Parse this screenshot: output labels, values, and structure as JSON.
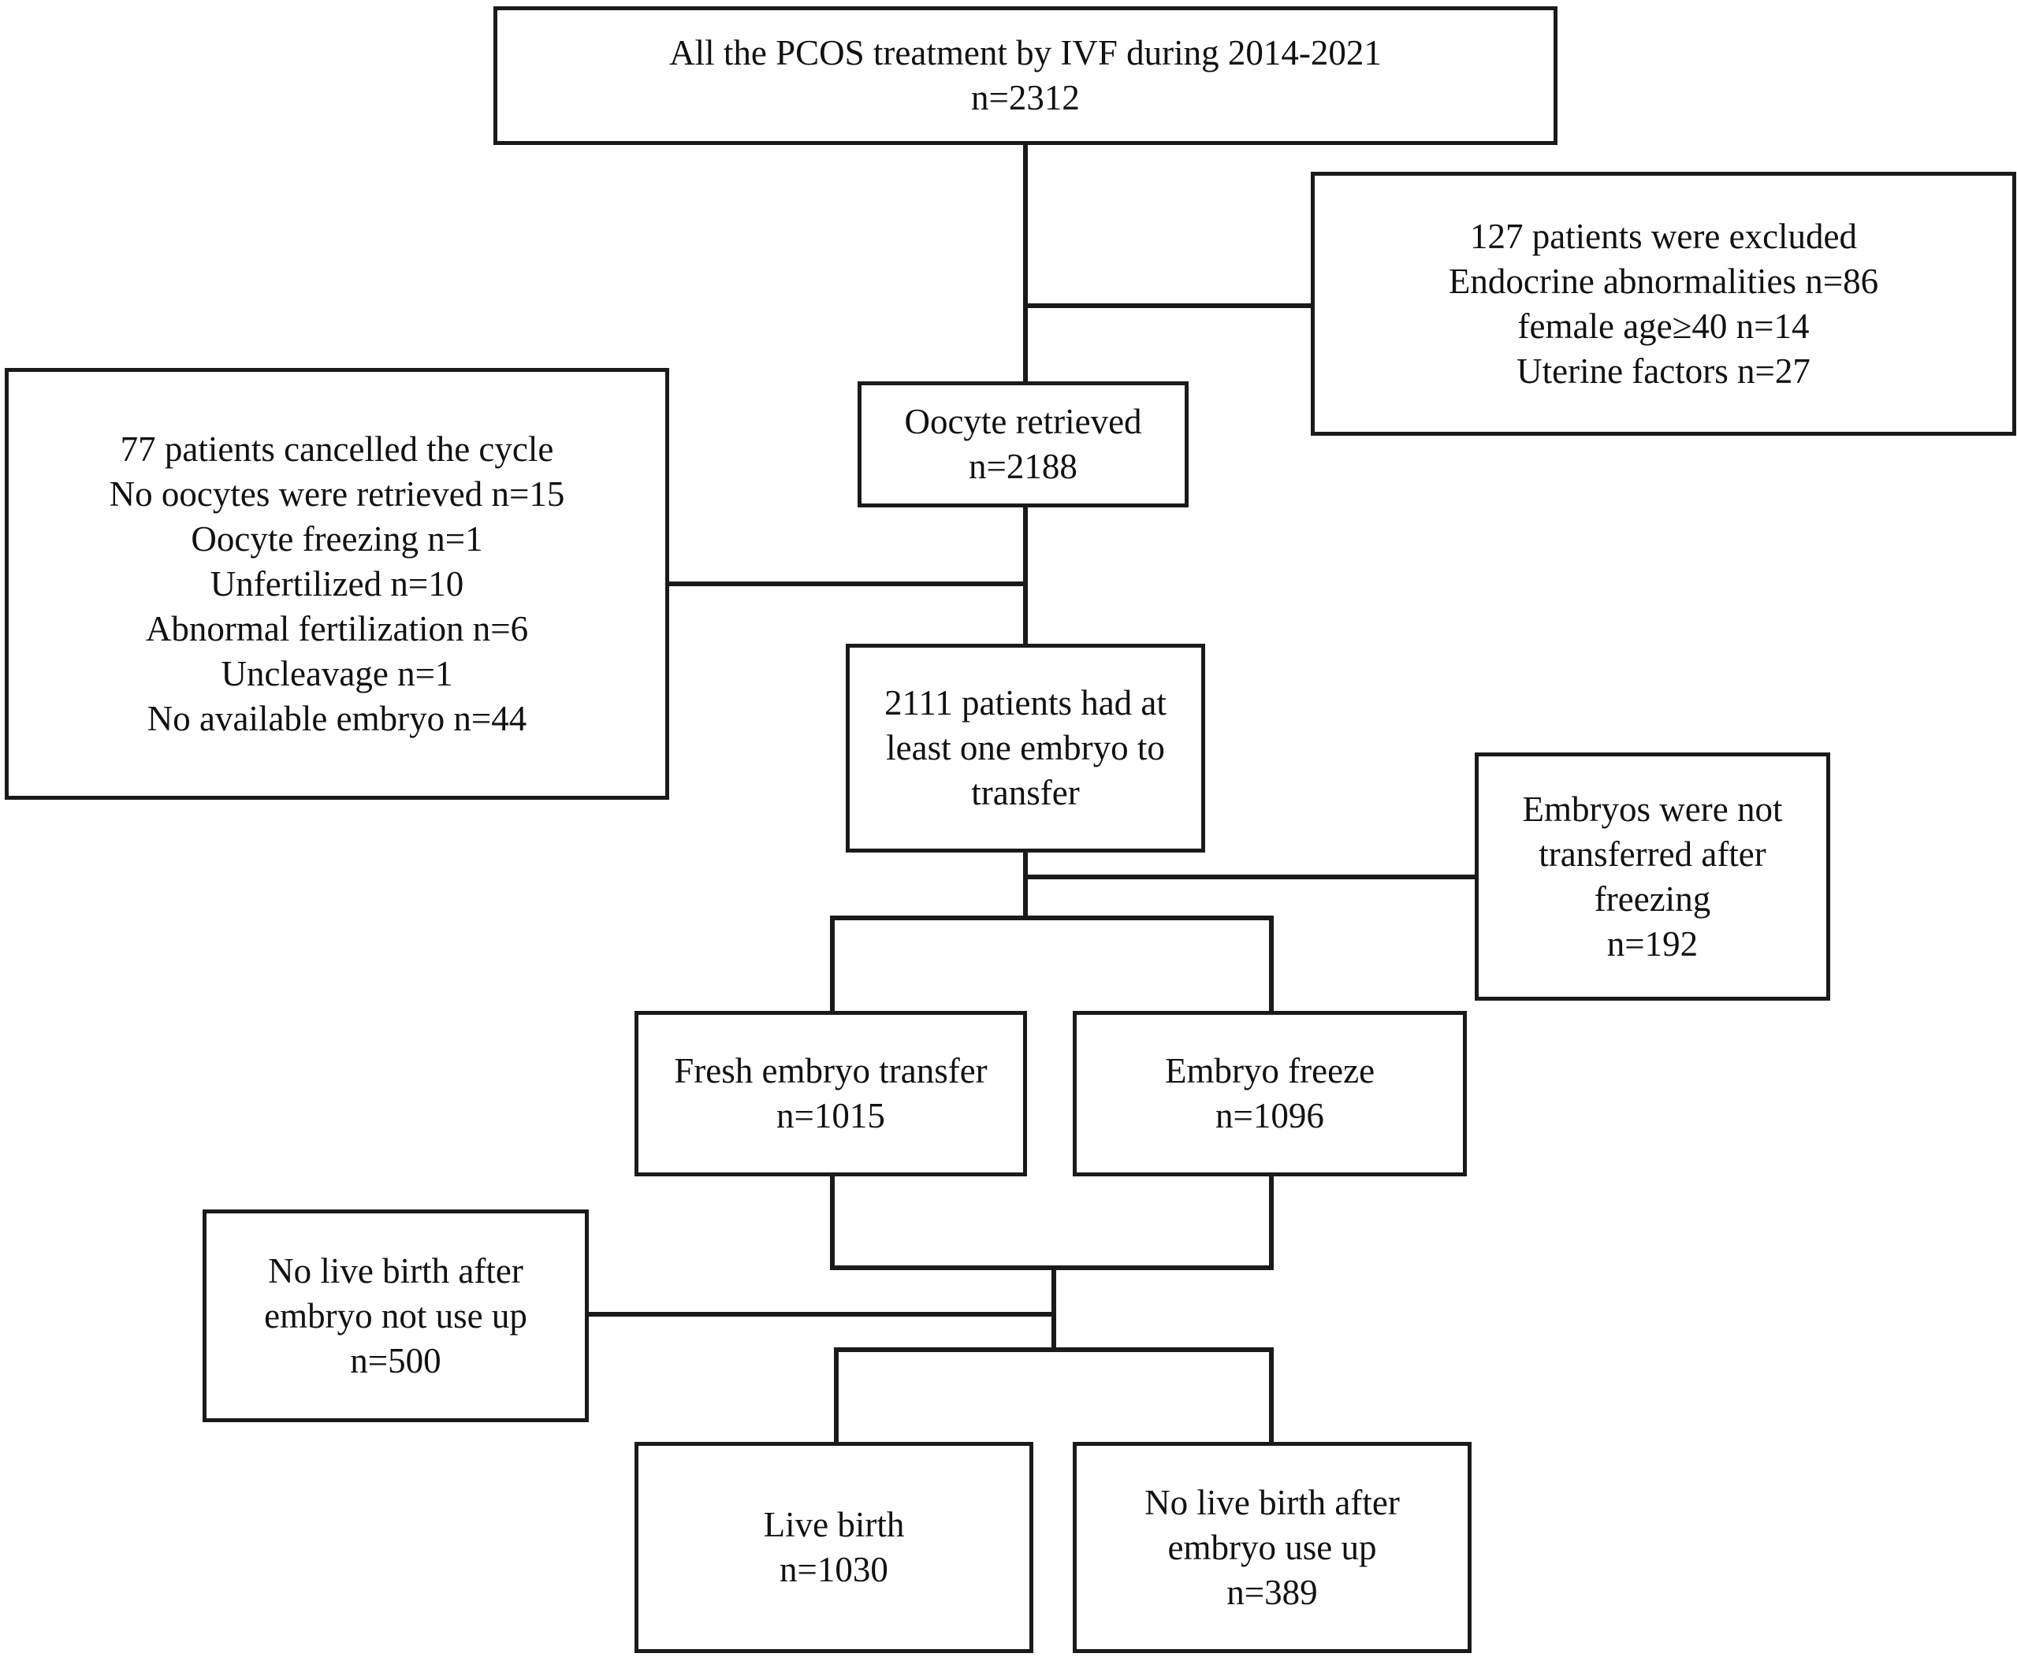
{
  "colors": {
    "line": "#1a1a1a",
    "text": "#111111",
    "background": "#ffffff"
  },
  "boxes": {
    "all_pcos": {
      "lines": [
        "All the PCOS treatment by IVF during 2014-2021",
        "n=2312"
      ]
    },
    "excluded": {
      "lines": [
        "127 patients were excluded",
        "Endocrine abnormalities n=86",
        "female age≥40 n=14",
        "Uterine factors n=27"
      ]
    },
    "oocyte_retrieved": {
      "lines": [
        "Oocyte retrieved",
        "n=2188"
      ]
    },
    "cancelled": {
      "lines": [
        "77 patients cancelled the cycle",
        "No oocytes were retrieved n=15",
        "Oocyte freezing n=1",
        "Unfertilized n=10",
        "Abnormal fertilization n=6",
        "Uncleavage n=1",
        "No available embryo n=44"
      ]
    },
    "at_least_one_embryo": {
      "lines": [
        "2111 patients had at",
        "least one embryo to",
        "transfer"
      ]
    },
    "not_transferred": {
      "lines": [
        "Embryos were not",
        "transferred after",
        "freezing",
        "n=192"
      ]
    },
    "fresh_transfer": {
      "lines": [
        "Fresh embryo transfer",
        "n=1015"
      ]
    },
    "embryo_freeze": {
      "lines": [
        "Embryo freeze",
        "n=1096"
      ]
    },
    "no_live_birth_not_used": {
      "lines": [
        "No live birth after",
        "embryo not use up",
        "n=500"
      ]
    },
    "live_birth": {
      "lines": [
        "Live birth",
        "n=1030"
      ]
    },
    "no_live_birth_used": {
      "lines": [
        "No live birth after",
        "embryo use up",
        "n=389"
      ]
    }
  }
}
